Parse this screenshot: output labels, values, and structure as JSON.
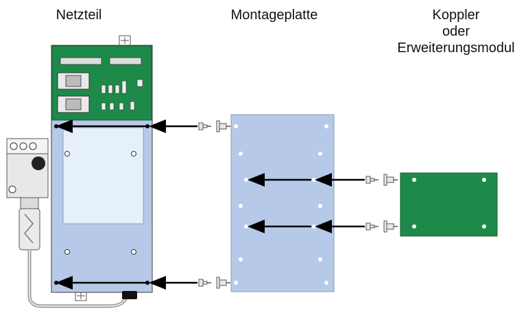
{
  "labels": {
    "power_supply": "Netzteil",
    "mounting_plate": "Montageplatte",
    "coupler_line1": "Koppler",
    "coupler_line2": "oder",
    "coupler_line3": "Erweiterungsmodul"
  },
  "colors": {
    "housing_blue": "#b7c9e8",
    "window_light": "#e6f0fb",
    "pcb_green": "#1e8a4a",
    "arrow": "#000000",
    "connector_gray": "#cfcfcf"
  }
}
